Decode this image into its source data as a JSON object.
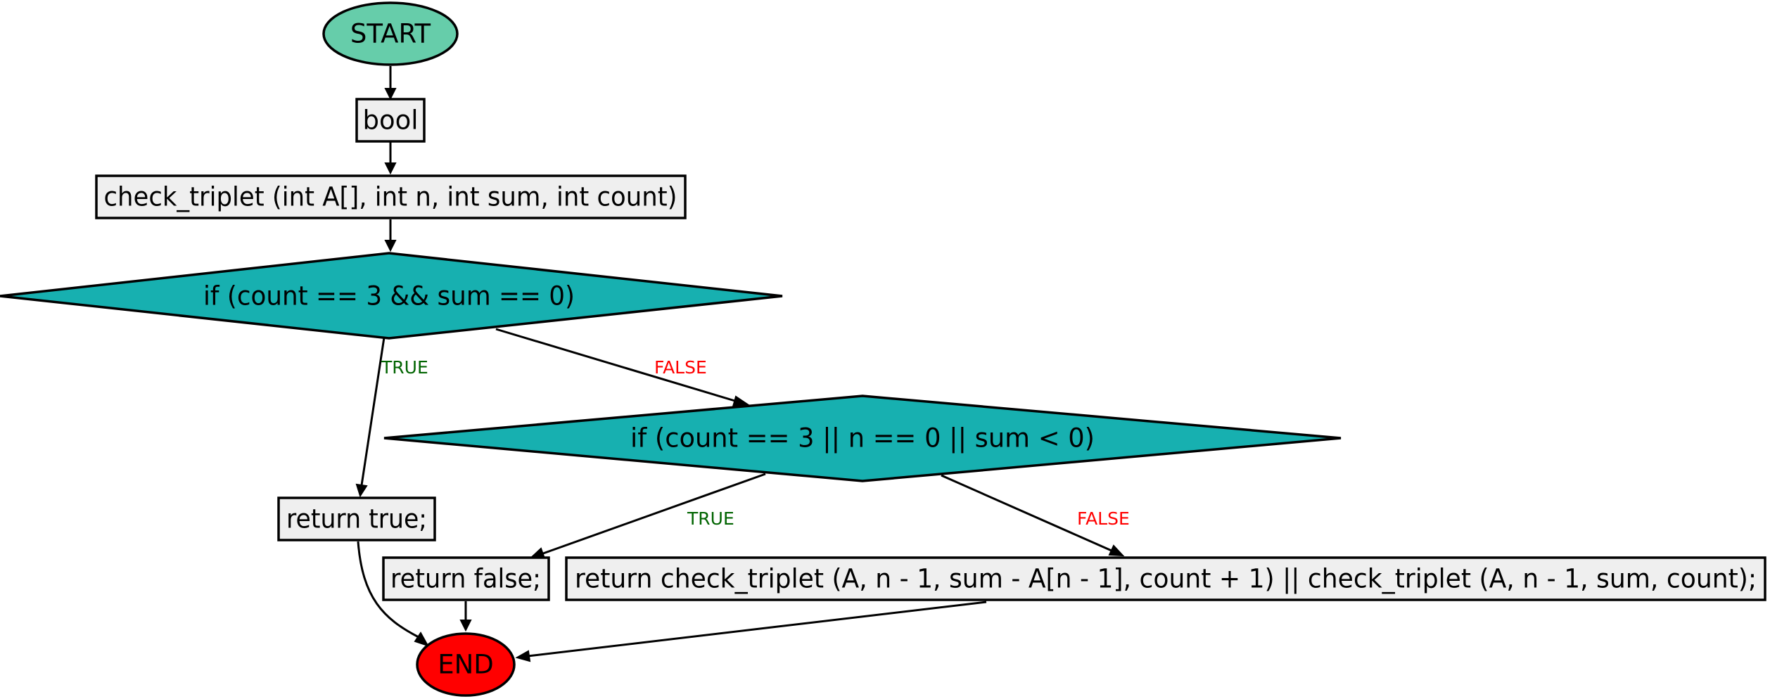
{
  "colors": {
    "start_fill": "#66cdaa",
    "end_fill": "#ff0000",
    "decision_fill": "#17b0b0",
    "box_fill": "#efefef",
    "true_label": "#006400",
    "false_label": "#ff0000"
  },
  "nodes": {
    "start": "START",
    "bool": "bool",
    "signature": "check_triplet (int A[], int n, int sum, int count)",
    "decision1": "if (count == 3 && sum == 0)",
    "decision2": "if (count == 3 || n == 0 || sum < 0)",
    "return_true": "return true;",
    "return_false": "return false;",
    "return_recursive": "return check_triplet (A, n - 1, sum - A[n - 1], count + 1) || check_triplet (A, n - 1, sum, count);",
    "end": "END"
  },
  "edge_labels": {
    "d1_true": "TRUE",
    "d1_false": "FALSE",
    "d2_true": "TRUE",
    "d2_false": "FALSE"
  }
}
